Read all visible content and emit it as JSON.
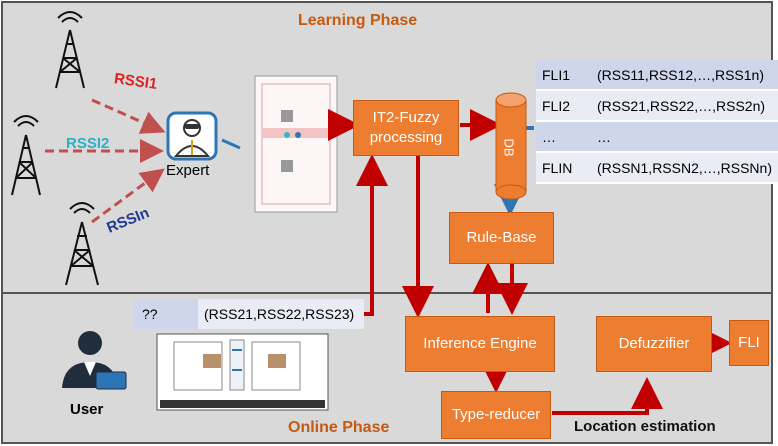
{
  "phases": {
    "learning": "Learning  Phase",
    "online": "Online Phase"
  },
  "signals": [
    {
      "label": "RSSI1",
      "color": "#e0201f"
    },
    {
      "label": "RSSI2",
      "color": "#2bb0c8"
    },
    {
      "label": "RSSIn",
      "color": "#1f3a93"
    }
  ],
  "expert_label": "Expert",
  "user_label": "User",
  "boxes": {
    "it2": "IT2-Fuzzy processing",
    "db": "DB",
    "rule_base": "Rule-Base",
    "inference": "Inference Engine",
    "defuzzifier": "Defuzzifier",
    "fli_out": "FLI",
    "type_reducer": "Type-reducer"
  },
  "db_table": [
    {
      "key": "FLI1",
      "value": "(RSS11,RSS12,…,RSS1n)"
    },
    {
      "key": "FLI2",
      "value": "(RSS21,RSS22,…,RSS2n)"
    },
    {
      "key": "…",
      "value": "…"
    },
    {
      "key": "FLIN",
      "value": "(RSSN1,RSSN2,…,RSSNn)"
    }
  ],
  "query": {
    "key": "??",
    "value": "(RSS21,RSS22,RSS23)"
  },
  "location_label": "Location estimation",
  "colors": {
    "arrow_red": "#c00000",
    "box_orange": "#ed7d31",
    "arrow_blue": "#2e75b6",
    "title_orange": "#c55a11"
  }
}
